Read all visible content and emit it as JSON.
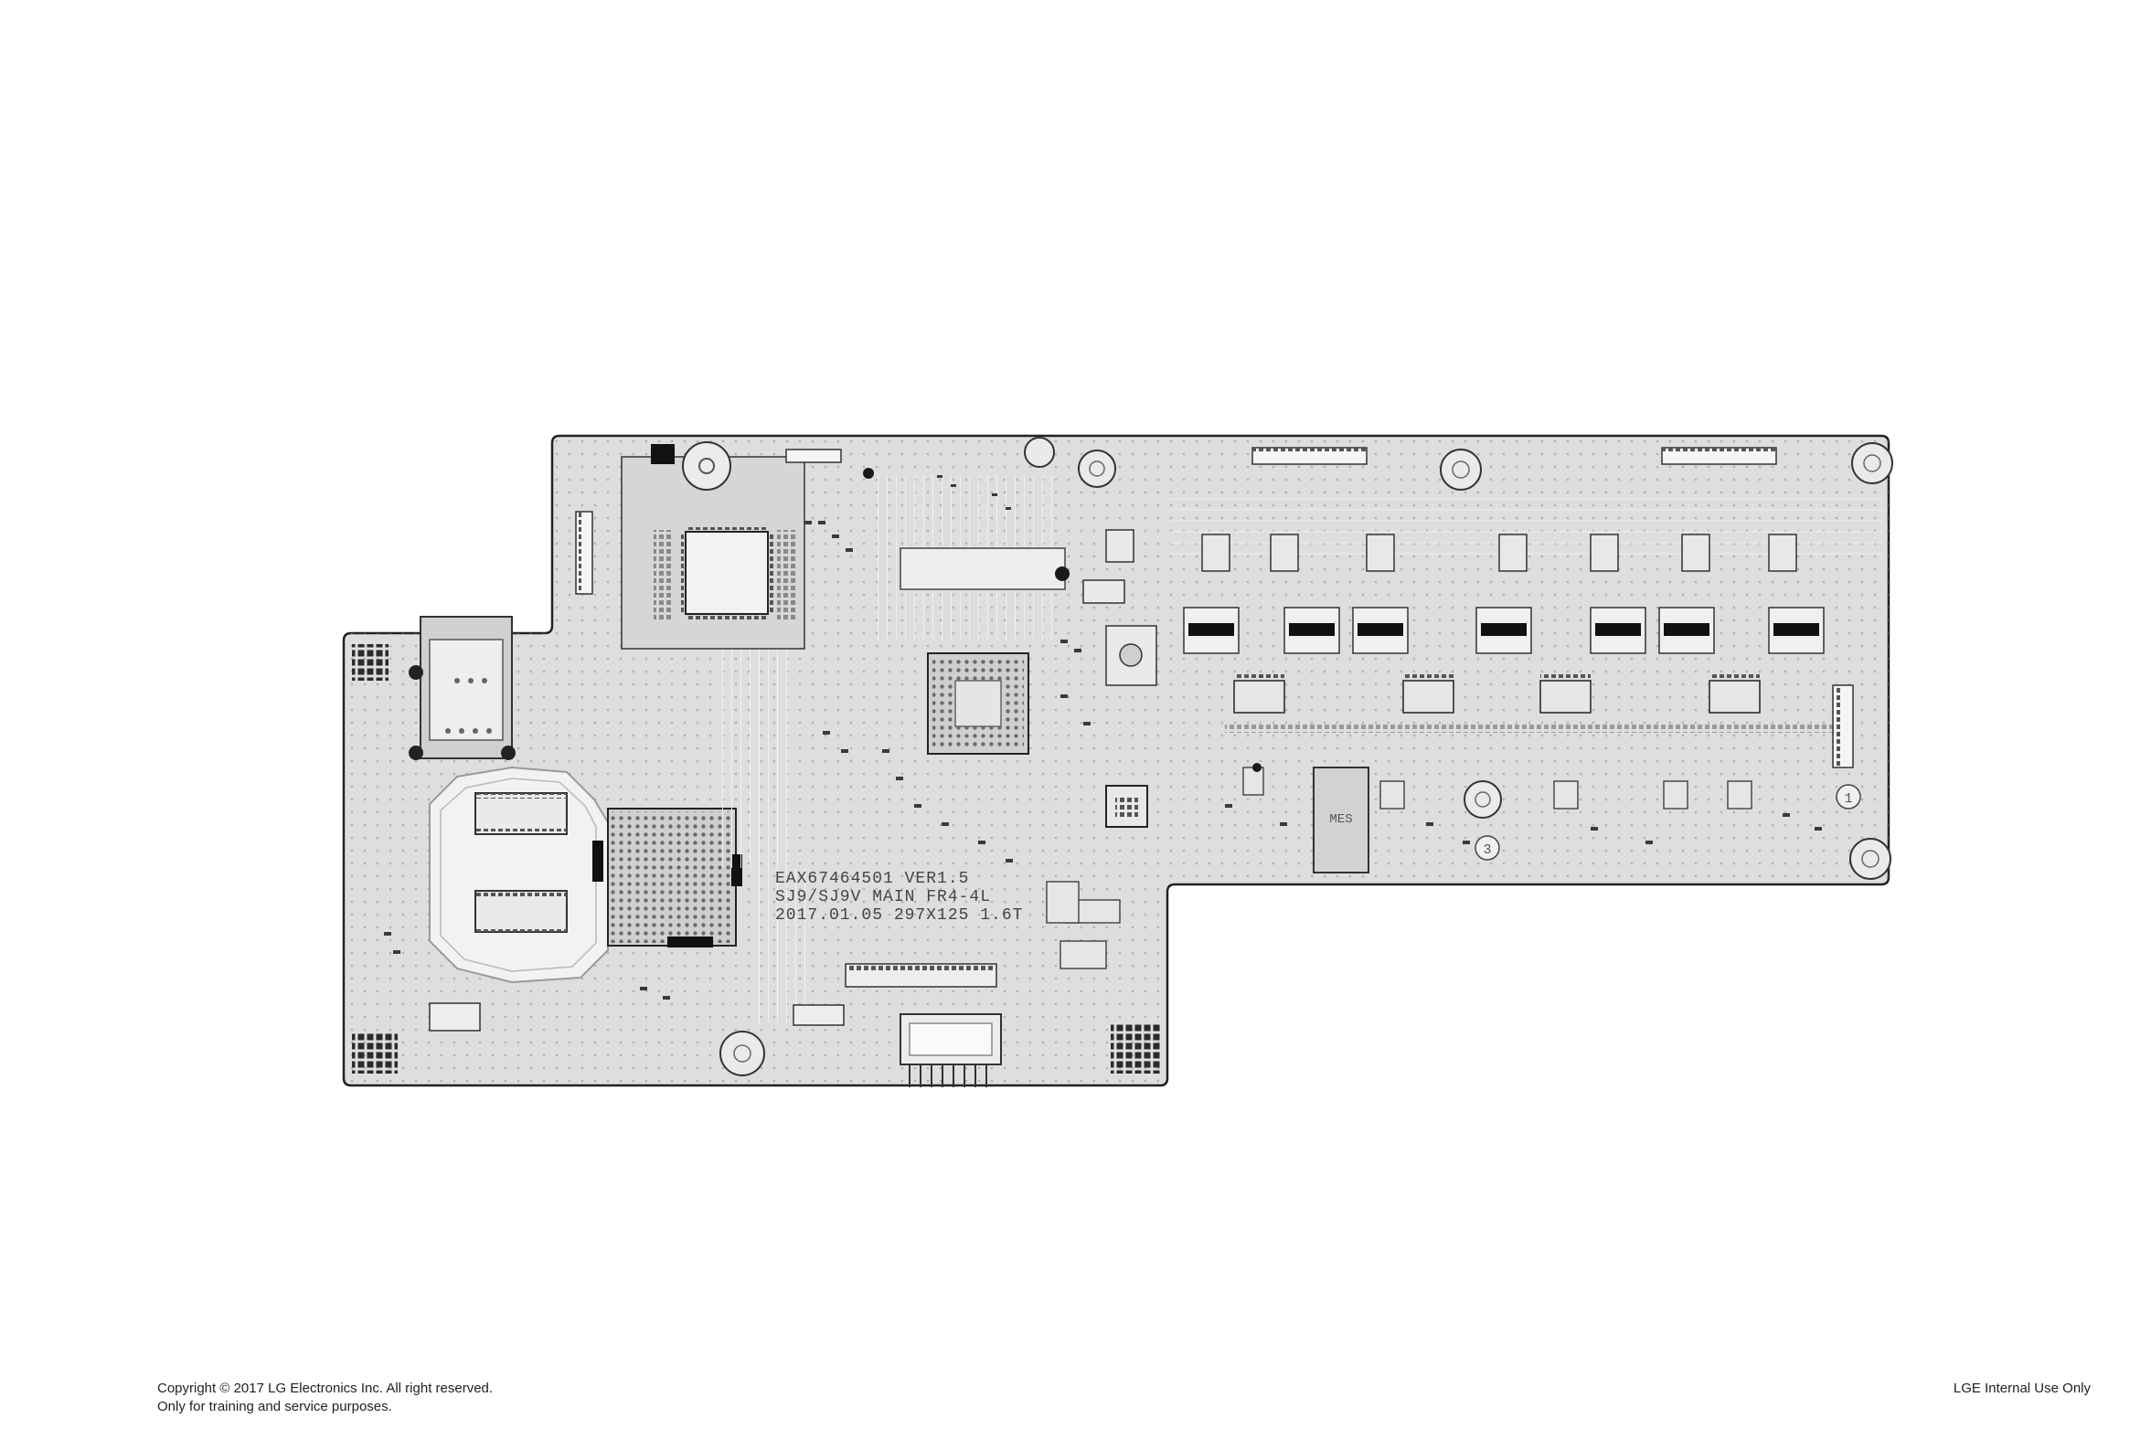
{
  "board": {
    "silkscreen_lines": [
      "EAX67464501 VER1.5",
      "SJ9/SJ9V MAIN FR4-4L",
      "2017.01.05 297X125 1.6T"
    ],
    "mes_label": "MES",
    "corner_markers": [
      "1",
      "3"
    ]
  },
  "footer": {
    "copyright_line1": "Copyright © 2017 LG Electronics Inc. All right reserved.",
    "copyright_line2": "Only for training and service purposes.",
    "internal_use": "LGE Internal Use Only"
  },
  "colors": {
    "board_fill": "#dedede",
    "board_edge": "#222222",
    "component": "#3a3a3a",
    "page_background": "#ffffff"
  }
}
